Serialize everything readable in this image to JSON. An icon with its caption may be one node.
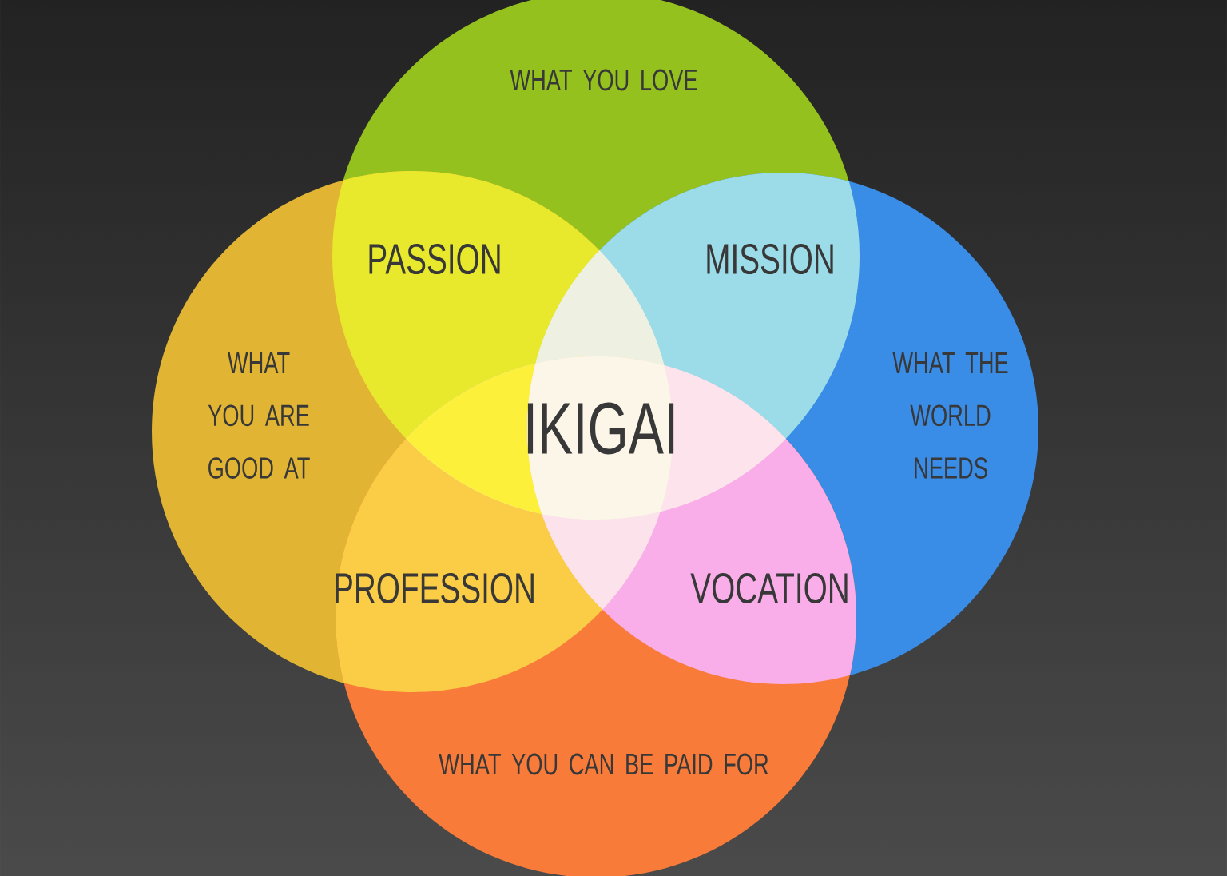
{
  "diagram": {
    "nodes": [
      {
        "text": [
          "WHAT YOU LOVE"
        ]
      },
      {
        "text": [
          "WHAT YOU ARE GOOD AT"
        ]
      },
      {
        "text": [
          "WHAT THE WORLD NEEDS"
        ]
      },
      {
        "text": [
          "WHAT YOU CAN BE PAID FOR"
        ]
      }
    ],
    "labels": [
      "PASSION",
      "MISSION",
      "IKIGAI",
      "PROFESSION",
      "VOCATION"
    ]
  }
}
